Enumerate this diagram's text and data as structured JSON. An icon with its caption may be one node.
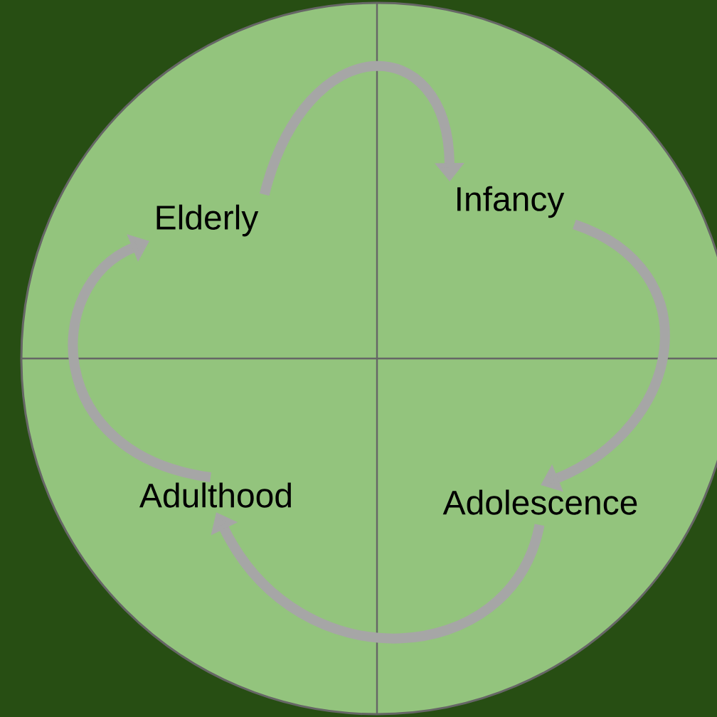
{
  "diagram": {
    "nodes": [
      {
        "text": [],
        "shape": "circle"
      },
      {
        "text": [
          "Elderly"
        ],
        "in": 0
      },
      {
        "text": [
          "Infancy"
        ],
        "in": 0
      },
      {
        "text": [
          "Adolescence"
        ],
        "in": 0
      },
      {
        "text": [
          "Adulthood"
        ],
        "in": 0
      }
    ],
    "edges": [
      {
        "from": 1,
        "to": 2,
        "arrow": "to"
      },
      {
        "from": 2,
        "to": 3,
        "arrow": "to"
      },
      {
        "from": 3,
        "to": 4,
        "arrow": "to"
      },
      {
        "from": 4,
        "to": 1,
        "arrow": "to"
      }
    ]
  }
}
